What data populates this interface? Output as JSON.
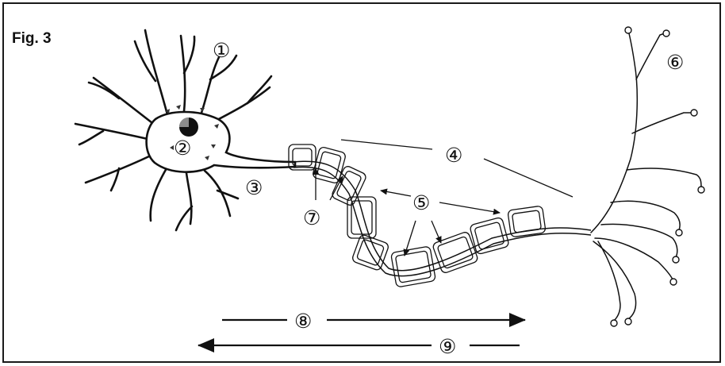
{
  "figure": {
    "title": "Fig. 3",
    "labels": {
      "l1": "①",
      "l2": "②",
      "l3": "③",
      "l4": "④",
      "l5": "⑤",
      "l6": "⑥",
      "l7": "⑦",
      "l8": "⑧",
      "l9": "⑨"
    }
  },
  "colors": {
    "ink": "#111111",
    "nucleus": "#444444",
    "background": "#ffffff"
  }
}
